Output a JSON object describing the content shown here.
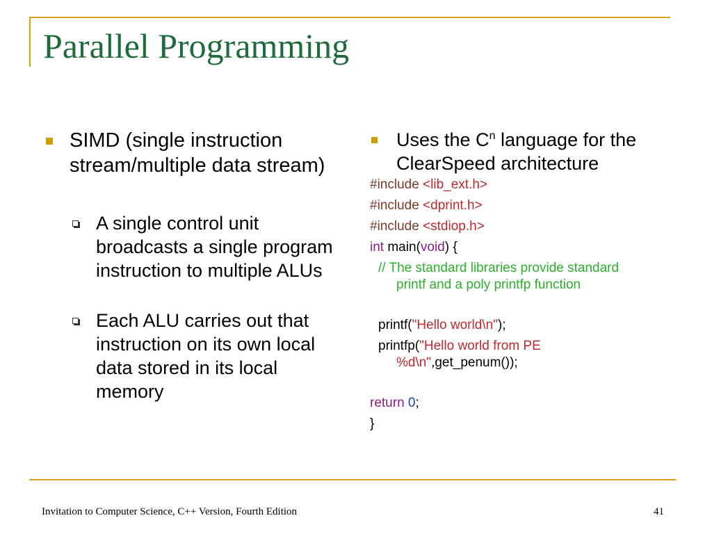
{
  "slide": {
    "title": "Parallel Programming",
    "left": {
      "bullet": "SIMD (single instruction stream/multiple data stream)",
      "sub_bullets": [
        "A single control unit broadcasts a single program instruction to multiple ALUs",
        "Each ALU carries out that instruction on its own local data stored in its local memory"
      ]
    },
    "right": {
      "bullet_pre": "Uses the C",
      "bullet_sup": "n",
      "bullet_post": " language for the ClearSpeed architecture",
      "code": {
        "include_kw": "#include",
        "inc1": " <lib_ext.h>",
        "inc2": " <dprint.h>",
        "inc3": " <stdiop.h>",
        "int_kw": "int",
        "main_pre": " main(",
        "void_kw": "void",
        "main_post": ") {",
        "comment1": "// The standard libraries provide standard",
        "comment2": "printf and a poly printfp function",
        "printf_pre": "printf(",
        "printf_str": "\"Hello world\\n\"",
        "printf_post": ");",
        "printfp_pre": "printfp(",
        "printfp_str1": "\"Hello world from PE",
        "printfp_str2": "%d\\n\"",
        "printfp_post": ",get_penum());",
        "return_kw": "return",
        "return_val": " 0",
        "return_post": ";",
        "close_brace": "}"
      }
    },
    "footer": {
      "left": "Invitation to Computer Science, C++ Version, Fourth Edition",
      "page_number": "41"
    }
  },
  "colors": {
    "title": "#1E6B3C",
    "accent_gold": "#D4A017",
    "bullet": "#C9A000",
    "preprocessor": "#7A3B2B",
    "string": "#C0282D",
    "keyword": "#8B1C8B",
    "number": "#1A3FBF",
    "comment": "#2BB02B"
  }
}
